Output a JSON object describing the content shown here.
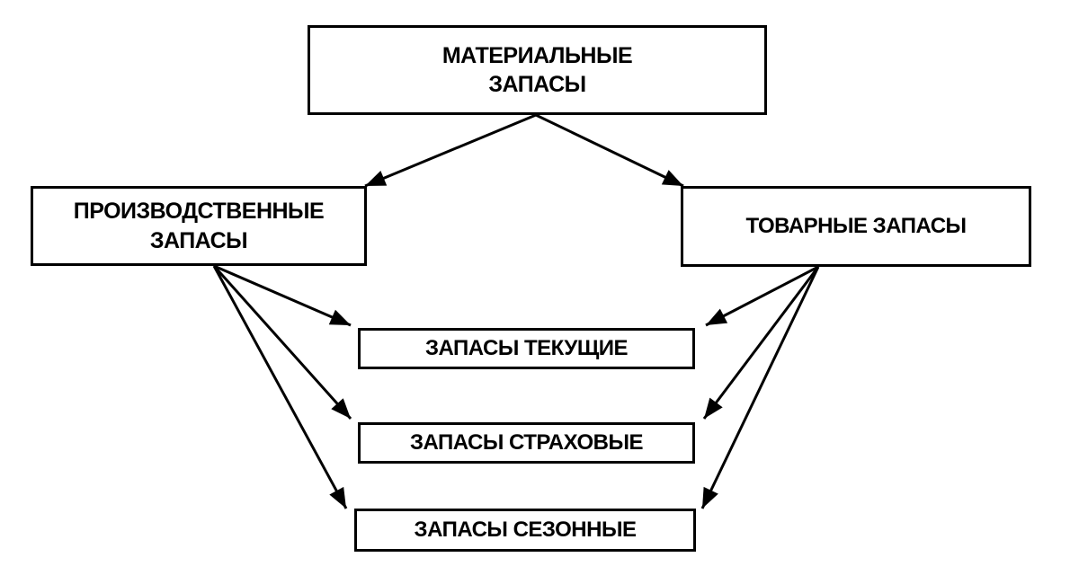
{
  "nodes": {
    "root": {
      "line1": "МАТЕРИАЛЬНЫЕ",
      "line2": "ЗАПАСЫ"
    },
    "production": {
      "line1": "ПРОИЗВОДСТВЕННЫЕ",
      "line2": "ЗАПАСЫ"
    },
    "commodity": {
      "label": "ТОВАРНЫЕ ЗАПАСЫ"
    },
    "current": {
      "label": "ЗАПАСЫ ТЕКУЩИЕ"
    },
    "safety": {
      "label": "ЗАПАСЫ СТРАХОВЫЕ"
    },
    "seasonal": {
      "label": "ЗАПАСЫ СЕЗОННЫЕ"
    }
  },
  "edges": [
    {
      "from": "root",
      "to": "production"
    },
    {
      "from": "root",
      "to": "commodity"
    },
    {
      "from": "production",
      "to": "current"
    },
    {
      "from": "production",
      "to": "safety"
    },
    {
      "from": "production",
      "to": "seasonal"
    },
    {
      "from": "commodity",
      "to": "current"
    },
    {
      "from": "commodity",
      "to": "safety"
    },
    {
      "from": "commodity",
      "to": "seasonal"
    }
  ],
  "colors": {
    "line": "#000000",
    "box_border": "#000000",
    "background": "#ffffff"
  }
}
